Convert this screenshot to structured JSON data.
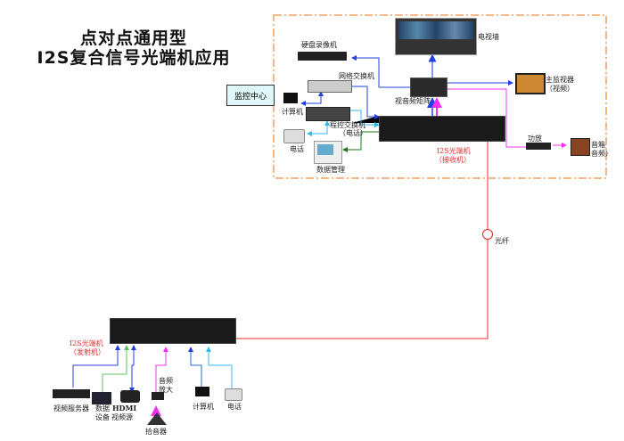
{
  "title": {
    "line1": "点对点通用型",
    "line2": "I2S复合信号光端机应用"
  },
  "monitor_center": "监控中心",
  "receiver_side": {
    "tv_wall": "电视墙",
    "dvr": "硬盘录像机",
    "network_switch": "网络交换机",
    "av_matrix": "视音频矩阵",
    "main_monitor": [
      "主监视器",
      "（视频）"
    ],
    "computer": "计算机",
    "pbx": [
      "程控交换机",
      "（电话）"
    ],
    "phone": "电话",
    "data_mgmt": "数据管理",
    "receiver_label": [
      "I2S光端机",
      "（接收机）"
    ],
    "amplifier": "功放",
    "speaker": [
      "音箱",
      "音频）"
    ]
  },
  "fiber_label": "光纤",
  "transmitter_side": {
    "transmitter_label": [
      "I2S光端机",
      "（发射机）"
    ],
    "video_server": "视频服务器",
    "data_device": [
      "数据",
      "设备"
    ],
    "hdmi_source": [
      "HDMI",
      "视频源"
    ],
    "audio_amp": [
      "音频",
      "放大"
    ],
    "pickup": "拾音器",
    "computer": "计算机",
    "phone": "电话"
  },
  "colors": {
    "blue": "#2040e0",
    "lightblue": "#30b8f0",
    "magenta": "#f030f0",
    "green": "#1a7a1a",
    "lightgreen": "#60c060",
    "fiber": "#f07070",
    "border": "#f0a060"
  }
}
